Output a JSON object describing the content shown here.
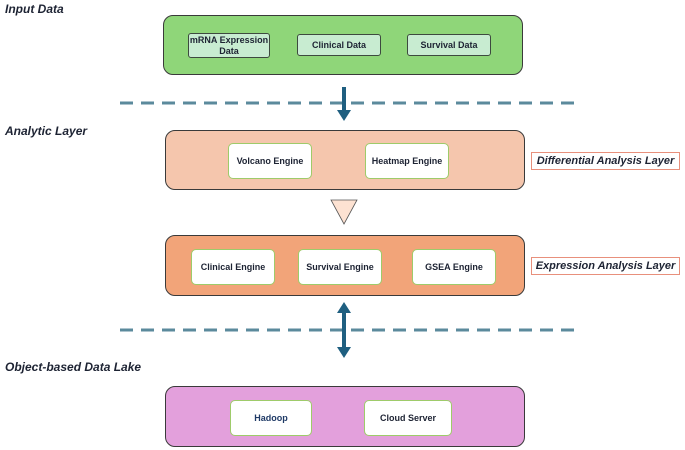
{
  "sections": {
    "input_data": "Input Data",
    "analytic_layer": "Analytic Layer",
    "data_lake": "Object-based Data Lake"
  },
  "input_layer": {
    "color": "#8fd679",
    "nodes": [
      "mRNA Expression Data",
      "Clinical Data",
      "Survival Data"
    ]
  },
  "differential_layer": {
    "color": "#f5c6ad",
    "label": "Differential Analysis Layer",
    "nodes": [
      "Volcano Engine",
      "Heatmap Engine"
    ]
  },
  "expression_layer": {
    "color": "#f2a479",
    "label": "Expression  Analysis Layer",
    "nodes": [
      "Clinical Engine",
      "Survival Engine",
      "GSEA Engine"
    ]
  },
  "data_lake_layer": {
    "color": "#e3a0dc",
    "nodes": [
      "Hadoop",
      "Cloud Server"
    ]
  },
  "colors": {
    "arrow": "#1f5f80",
    "dashed_line": "#5b8a9c",
    "callout_border": "#e8907c",
    "triangle_fill": "#fde2d2"
  }
}
